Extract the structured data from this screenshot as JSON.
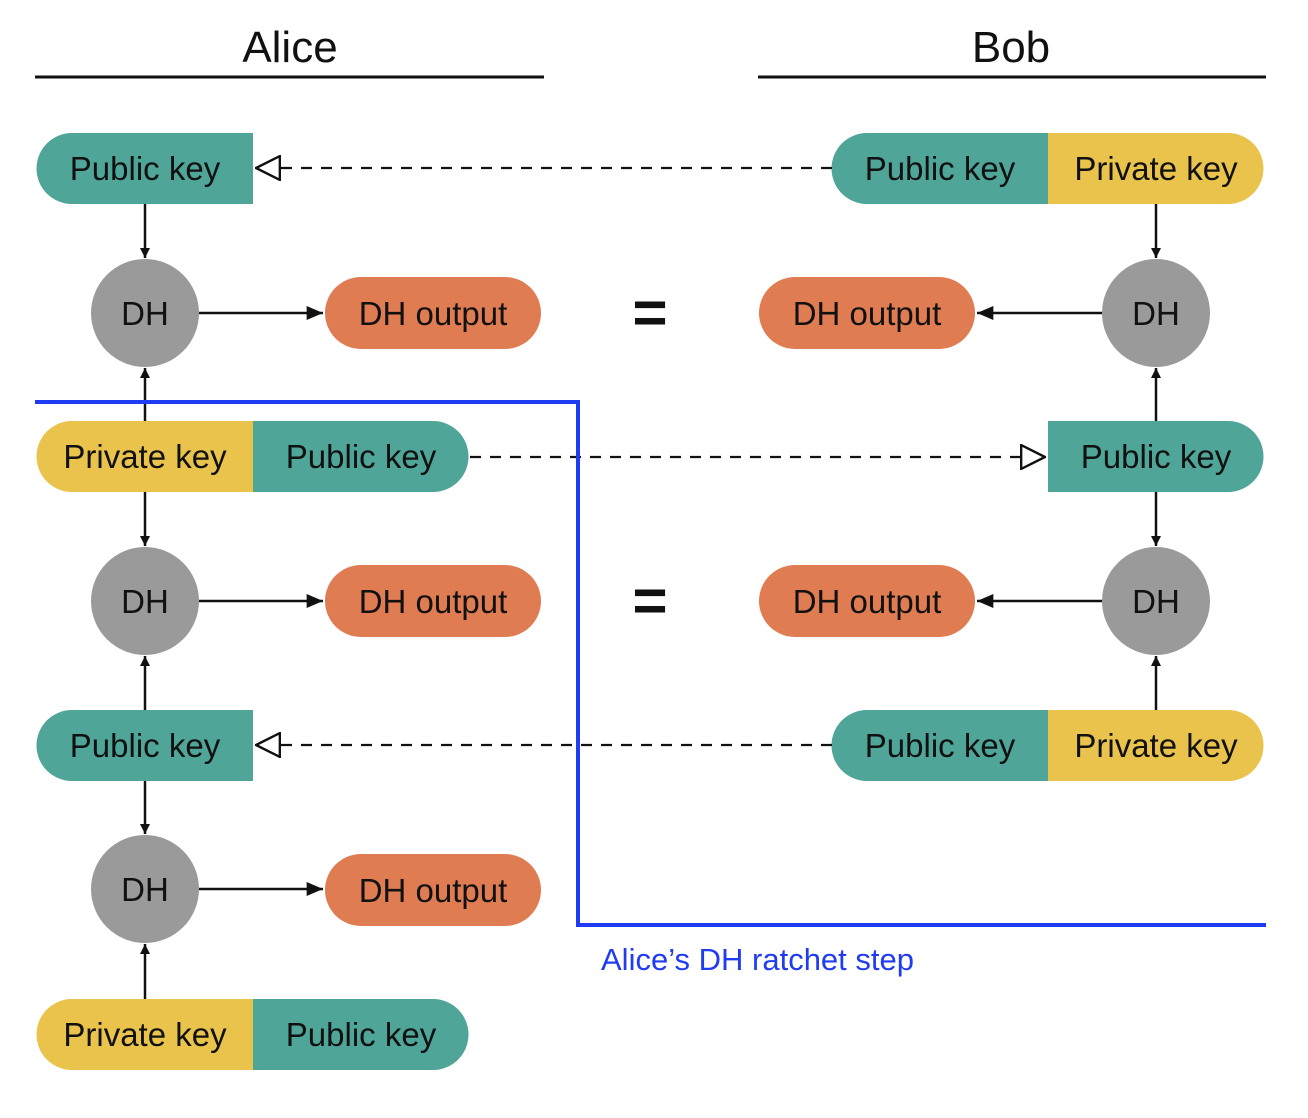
{
  "colors": {
    "public_key": "#4fa597",
    "private_key": "#e9c34c",
    "dh": "#9a9a9a",
    "dh_output": "#e07c52",
    "ratchet_line": "#1f3cf2",
    "text": "#111111"
  },
  "headers": {
    "alice": "Alice",
    "bob": "Bob"
  },
  "labels": {
    "public_key": "Public key",
    "private_key": "Private key",
    "dh": "DH",
    "dh_output": "DH output",
    "equals": "="
  },
  "caption": "Alice’s DH ratchet step"
}
